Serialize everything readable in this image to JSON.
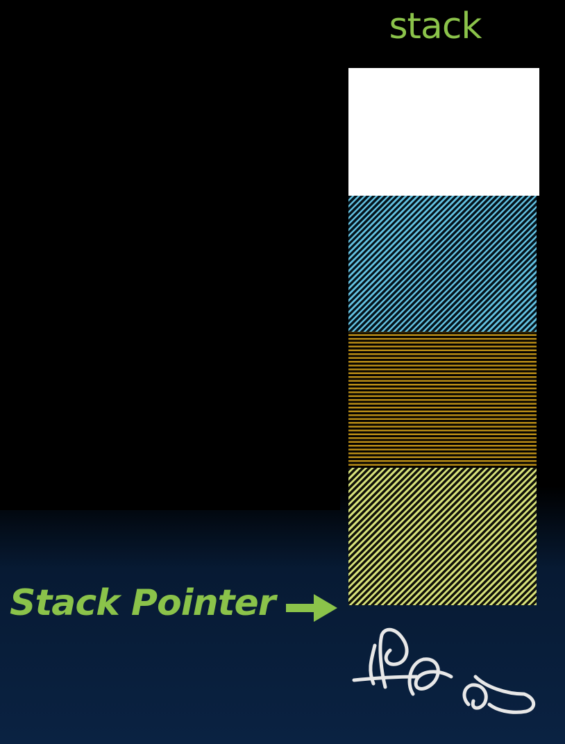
{
  "slide": {
    "title": "stack",
    "pointer_label": "Stack Pointer"
  },
  "stack_blocks": [
    {
      "name": "empty",
      "fill": "#ffffff",
      "pattern": "solid"
    },
    {
      "name": "blue-frame",
      "fill": "#63c0e0",
      "pattern": "diagonal-stripes"
    },
    {
      "name": "orange-frame",
      "fill": "#b88c16",
      "pattern": "dashed-horizontal"
    },
    {
      "name": "green-frame",
      "fill": "#d6e07a",
      "pattern": "diagonal-stripes"
    }
  ],
  "colors": {
    "label_green": "#8bc34a",
    "background_top": "#000000",
    "background_bottom": "#0a2242",
    "ink": "#e8e8e8"
  },
  "icons": {
    "pointer": "right-arrow-icon",
    "signature": "handwritten-signature"
  }
}
